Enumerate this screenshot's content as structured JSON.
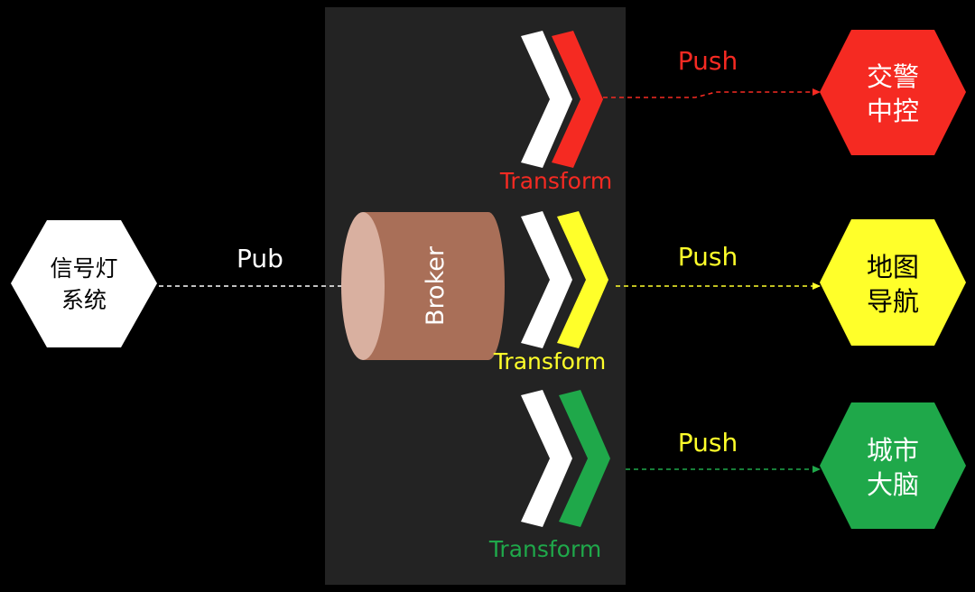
{
  "colors": {
    "background": "#000000",
    "panel": "#232323",
    "red": "#f52a22",
    "yellow": "#ffff2a",
    "green": "#1fa84a",
    "white": "#ffffff",
    "broker_body": "#a96f58",
    "broker_top": "#d9b0a0"
  },
  "source": {
    "line1": "信号灯",
    "line2": "系统",
    "icon": "hexagon"
  },
  "pub_label": "Pub",
  "broker": {
    "label": "Broker",
    "icon": "cylinder-icon"
  },
  "channels": [
    {
      "id": "traffic-police",
      "color": "#f52a22",
      "transform_label": "Transform",
      "push_label": "Push",
      "target_line1": "交警",
      "target_line2": "中控",
      "target_text_color": "#ffffff"
    },
    {
      "id": "map-navigation",
      "color": "#ffff2a",
      "transform_label": "Transform",
      "push_label": "Push",
      "target_line1": "地图",
      "target_line2": "导航",
      "target_text_color": "#000000"
    },
    {
      "id": "city-brain",
      "color": "#1fa84a",
      "transform_label": "Transform",
      "push_label": "Push",
      "target_line1": "城市",
      "target_line2": "大脑",
      "target_text_color": "#ffffff"
    }
  ]
}
